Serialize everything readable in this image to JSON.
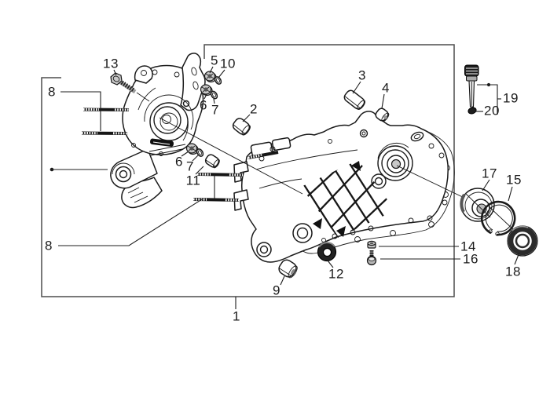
{
  "figure": {
    "kind": "exploded-parts-diagram",
    "subject": "engine crankcase assembly"
  },
  "colors": {
    "background": "#ffffff",
    "artwork_line": "#1a1a1a",
    "frame_line": "#4d4d4d",
    "text": "#1b1b1b"
  },
  "callouts": [
    {
      "name": "callout-1",
      "label": "1"
    },
    {
      "name": "callout-2",
      "label": "2"
    },
    {
      "name": "callout-3",
      "label": "3"
    },
    {
      "name": "callout-4",
      "label": "4"
    },
    {
      "name": "callout-5",
      "label": "5"
    },
    {
      "name": "callout-10",
      "label": "10"
    },
    {
      "name": "callout-6-upper",
      "label": "6"
    },
    {
      "name": "callout-7-upper",
      "label": "7"
    },
    {
      "name": "callout-6-lower",
      "label": "6"
    },
    {
      "name": "callout-7-lower",
      "label": "7"
    },
    {
      "name": "callout-8-upper",
      "label": "8"
    },
    {
      "name": "callout-8-lower",
      "label": "8"
    },
    {
      "name": "callout-9",
      "label": "9"
    },
    {
      "name": "callout-11",
      "label": "11"
    },
    {
      "name": "callout-12",
      "label": "12"
    },
    {
      "name": "callout-13",
      "label": "13"
    },
    {
      "name": "callout-14",
      "label": "14"
    },
    {
      "name": "callout-15",
      "label": "15"
    },
    {
      "name": "callout-16",
      "label": "16"
    },
    {
      "name": "callout-17",
      "label": "17"
    },
    {
      "name": "callout-18",
      "label": "18"
    },
    {
      "name": "callout-19",
      "label": "19"
    },
    {
      "name": "callout-20",
      "label": "20"
    }
  ]
}
